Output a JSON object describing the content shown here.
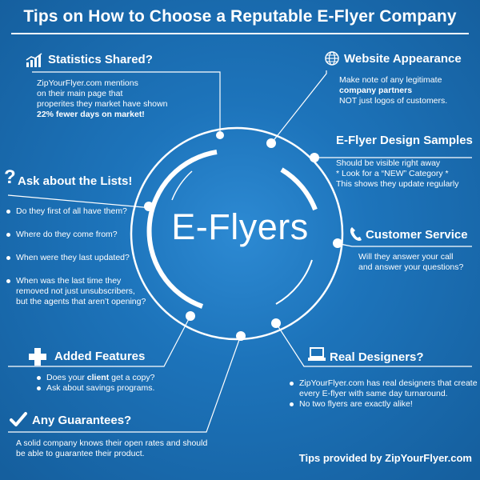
{
  "title": "Tips on How to Choose a Reputable E-Flyer Company",
  "center": "E-Flyers",
  "footer": "Tips provided by ZipYourFlyer.com",
  "sections": {
    "statistics": {
      "heading": "Statistics Shared?",
      "icon": "bar-chart-icon",
      "lines": [
        "ZipYourFlyer.com mentions",
        "on their main page that",
        "properites they market have shown"
      ],
      "emphasis": "22% fewer days on market!"
    },
    "website": {
      "heading": "Website Appearance",
      "icon": "globe-icon",
      "line1": "Make note of any legitimate",
      "emphasis": "company partners",
      "line3": "NOT just logos of customers."
    },
    "design": {
      "heading": "E-Flyer Design Samples",
      "lines": [
        "Should be visible right away",
        "* Look for a “NEW” Category *",
        "This shows they update regularly"
      ]
    },
    "lists": {
      "heading": "Ask about the Lists!",
      "icon": "question-mark-icon",
      "items": [
        "Do they first of all have them?",
        "Where do they come from?",
        "When were they last updated?",
        "When was the last time they"
      ],
      "last_item_extra": [
        "removed not just unsubscribers,",
        "but the agents that aren’t opening?"
      ]
    },
    "customer": {
      "heading": "Customer Service",
      "icon": "phone-icon",
      "lines": [
        "Will they answer your call",
        "and answer your questions?"
      ]
    },
    "features": {
      "heading": "Added Features",
      "icon": "plus-icon",
      "item1_pre": "Does your ",
      "item1_bold": "client",
      "item1_post": " get a copy?",
      "item2": "Ask about savings programs."
    },
    "designers": {
      "heading": "Real Designers?",
      "icon": "laptop-icon",
      "items": [
        "ZipYourFlyer.com has real designers that create",
        "No two flyers are exactly alike!"
      ],
      "item1_extra": "every  E-flyer with same day  turnaround."
    },
    "guarantees": {
      "heading": "Any Guarantees?",
      "icon": "checkmark-icon",
      "lines": [
        "A solid company knows their open rates and should",
        "be able to guarantee their product."
      ]
    }
  },
  "colors": {
    "background": "#1a6fb3",
    "foreground": "#ffffff"
  }
}
